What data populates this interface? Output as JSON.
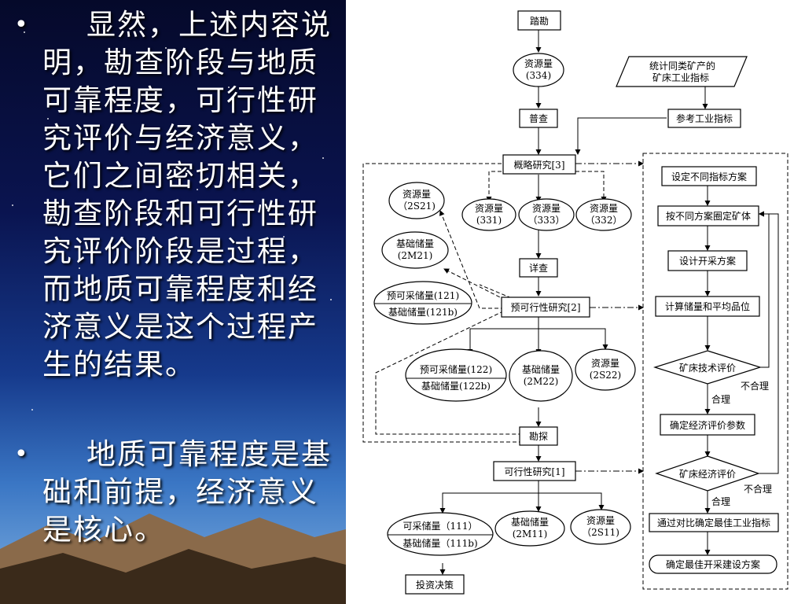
{
  "slide": {
    "bullet_symbol": "•",
    "paragraphs": [
      {
        "text": "显然，上述内容说明，勘查阶段与地质可靠程度，可行性研究评价与经济意义，它们之间密切相关，勘查阶段和可行性研究评价阶段是过程，而地质可靠程度和经济意义是这个过程产生的结果。"
      },
      {
        "text": "地质可靠程度是基础和前提，经济意义是核心。"
      }
    ]
  },
  "flowchart": {
    "nodes": {
      "kantan": "踏勘",
      "res334": [
        "资源量",
        "(334)"
      ],
      "puzha": "普查",
      "tongji": [
        "统计同类矿产的",
        "矿床工业指标"
      ],
      "cankao": "参考工业指标",
      "gailue": "概略研究[3]",
      "res331": [
        "资源量",
        "(331)"
      ],
      "res333": [
        "资源量",
        "（333）"
      ],
      "res332": [
        "资源量",
        "（332）"
      ],
      "res2s21": [
        "资源量",
        "（2S21)"
      ],
      "base2m21": [
        "基础储量",
        "(2M21)"
      ],
      "pre121": [
        "预可采储量(121)",
        "基础储量(121b)"
      ],
      "xiangcha": "详查",
      "yukexing": "预可行性研究[2]",
      "pre122": [
        "预可采储量(122)",
        "基础储量(122b)"
      ],
      "base2m22": [
        "基础储量",
        "(2M22)"
      ],
      "res2s22": [
        "资源量",
        "(2S22)"
      ],
      "kantan2": "勘探",
      "kexing": "可行性研究[1]",
      "mine111": [
        "可采储量（111）",
        "基础储量（111b)"
      ],
      "base2m11": [
        "基础储量",
        "(2M11)"
      ],
      "res2s11": [
        "资源量",
        "（2S11)"
      ],
      "touzi": "投资决策",
      "sheding": "设定不同指标方案",
      "quanding": "按不同方案圈定矿体",
      "sheji": "设计开采方案",
      "jisuan": "计算储量和平均品位",
      "jishu": "矿床技术评价",
      "queding": "确定经济评价参数",
      "jingji": "矿床经济评价",
      "tongguo": "通过对比确定最佳工业指标",
      "zuijia": "确定最佳开采建设方案"
    },
    "labels": {
      "buheli": "不合理",
      "heli": "合理"
    }
  }
}
